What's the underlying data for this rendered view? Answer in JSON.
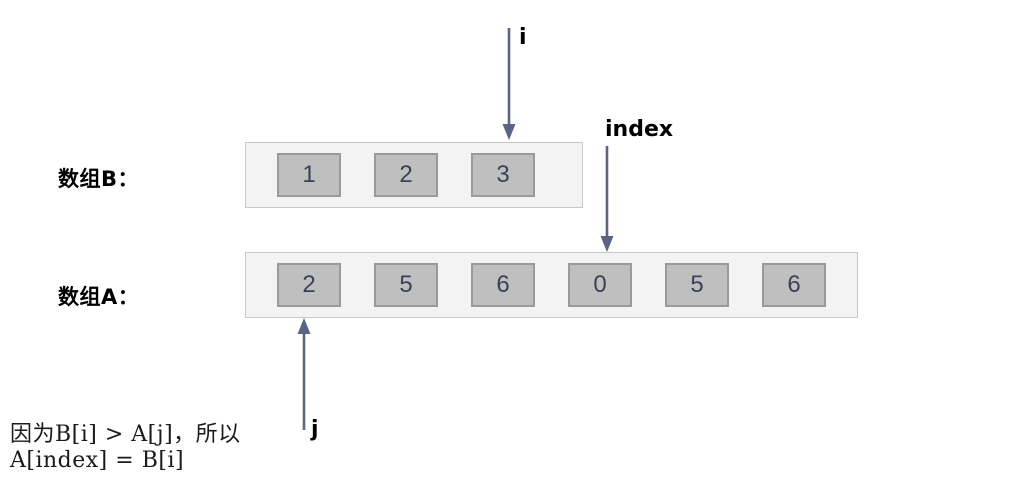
{
  "diagram": {
    "title": "Array merge pointer diagram",
    "colors": {
      "cell_fill": "#bfbfbf",
      "cell_border": "#9a9a9a",
      "container_fill": "#f3f3f3",
      "container_border": "#c8c8c8",
      "digit": "#3b4257",
      "arrow": "#5a6484",
      "text": "#000000"
    },
    "rows": [
      {
        "name": "array-b",
        "label": "数组B：",
        "cells": [
          "1",
          "2",
          "3"
        ]
      },
      {
        "name": "array-a",
        "label": "数组A：",
        "cells": [
          "2",
          "5",
          "6",
          "0",
          "5",
          "6"
        ]
      }
    ],
    "pointers": [
      {
        "name": "i",
        "label": "i",
        "direction": "down",
        "target": "array-b cell 3"
      },
      {
        "name": "index",
        "label": "index",
        "direction": "down",
        "target": "array-a cell 0"
      },
      {
        "name": "j",
        "label": "j",
        "direction": "up",
        "target": "array-a cell 2"
      }
    ],
    "notes": {
      "line1": "因为B[i] > A[j]，所以",
      "line2": "A[index] = B[i]"
    }
  }
}
